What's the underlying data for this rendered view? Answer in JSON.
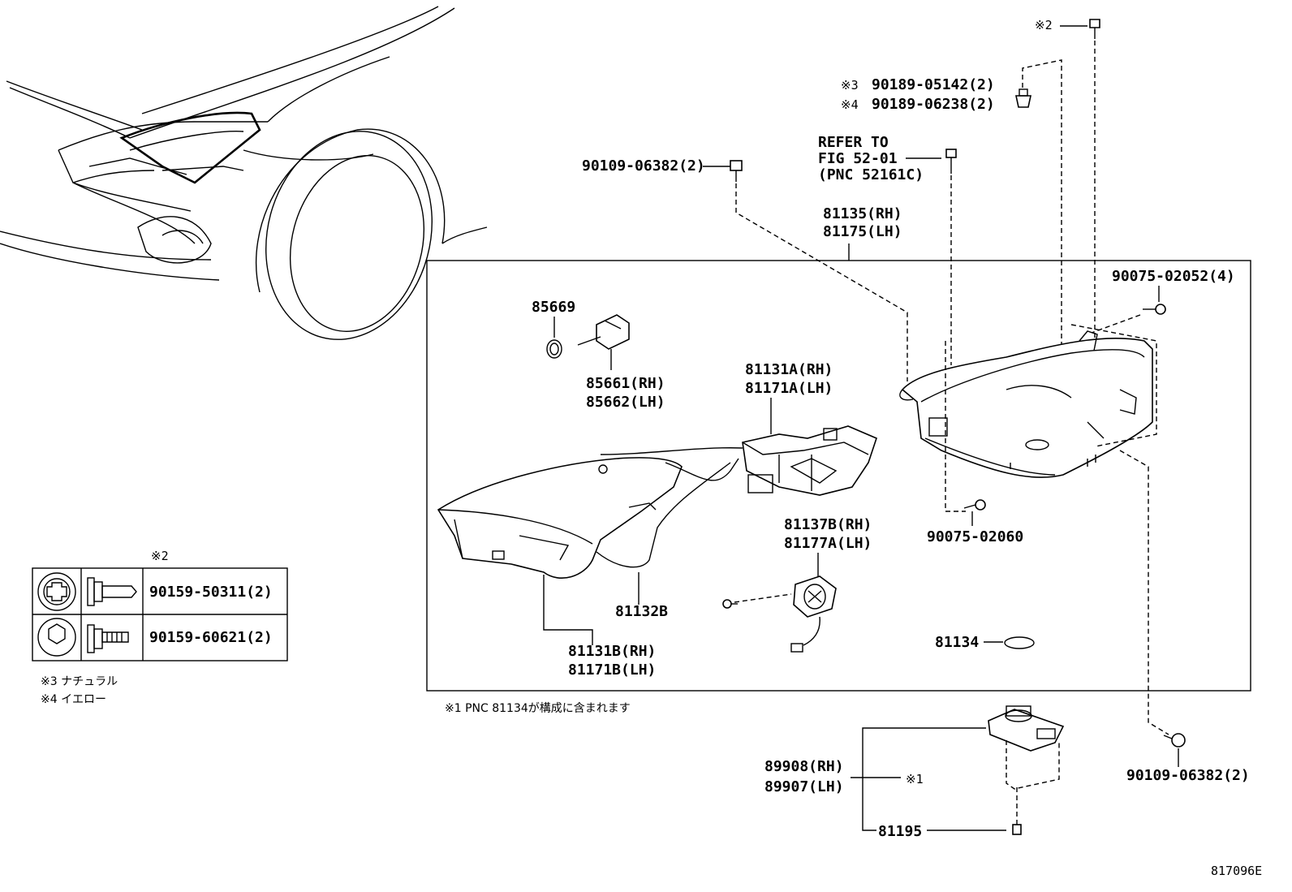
{
  "labels": {
    "note2_top": "※2",
    "note3": "※3",
    "note4": "※4",
    "part_90189_05142": "90189-05142(2)",
    "part_90189_06238": "90189-06238(2)",
    "refer_line1": "REFER TO",
    "refer_line2": "FIG 52-01",
    "refer_line3": "(PNC 52161C)",
    "part_90109_06382_top": "90109-06382(2)",
    "part_81135": "81135(RH)",
    "part_81175": "81175(LH)",
    "part_90075_02052": "90075-02052(4)",
    "part_85669": "85669",
    "part_85661": "85661(RH)",
    "part_85662": "85662(LH)",
    "part_81131A": "81131A(RH)",
    "part_81171A": "81171A(LH)",
    "part_90075_02060": "90075-02060",
    "part_81137B": "81137B(RH)",
    "part_81177A": "81177A(LH)",
    "part_81132B": "81132B",
    "part_81134": "81134",
    "part_81131B": "81131B(RH)",
    "part_81171B": "81171B(LH)",
    "part_89908": "89908(RH)",
    "part_89907": "89907(LH)",
    "note1_ref": "※1",
    "part_81195": "81195",
    "part_90109_06382_bottom": "90109-06382(2)",
    "diagram_code": "817096E"
  },
  "table": {
    "header": "※2",
    "rows": [
      {
        "part": "90159-50311(2)"
      },
      {
        "part": "90159-60621(2)"
      }
    ]
  },
  "notes": {
    "note3": "※3  ナチュラル",
    "note4": "※4  イエロー",
    "note1": "※1  PNC 81134が構成に含まれます"
  }
}
